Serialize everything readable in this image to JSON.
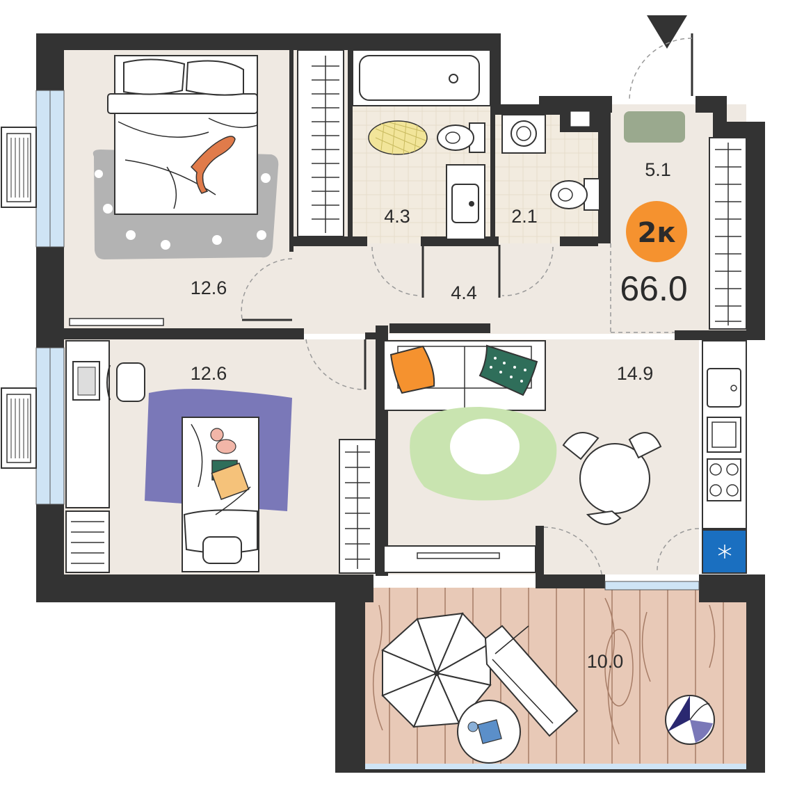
{
  "plan": {
    "badge": {
      "label": "2к",
      "color": "#f5922f"
    },
    "total_area": "66.0",
    "rooms": [
      {
        "id": "bedroom",
        "area": "12.6"
      },
      {
        "id": "kids-room",
        "area": "12.6"
      },
      {
        "id": "bathroom",
        "area": "4.3"
      },
      {
        "id": "toilet",
        "area": "2.1"
      },
      {
        "id": "hall",
        "area": "4.4"
      },
      {
        "id": "entry",
        "area": "5.1"
      },
      {
        "id": "living-kitchen",
        "area": "14.9"
      },
      {
        "id": "balcony",
        "area": "10.0"
      }
    ]
  },
  "colors": {
    "wall": "#333333",
    "floor": "#efe9e2",
    "wet_floor": "#f2ebdf",
    "balcony_floor": "#e8c9b7",
    "window": "#cfe4f5",
    "rug_grey": "#b3b3b3",
    "rug_purple": "#7a78b8",
    "rug_green": "#c9e4b0",
    "orange": "#f5922f",
    "teal": "#2f6e5a",
    "blue_appliance": "#1a6fc0",
    "mat": "#9aa98e"
  }
}
